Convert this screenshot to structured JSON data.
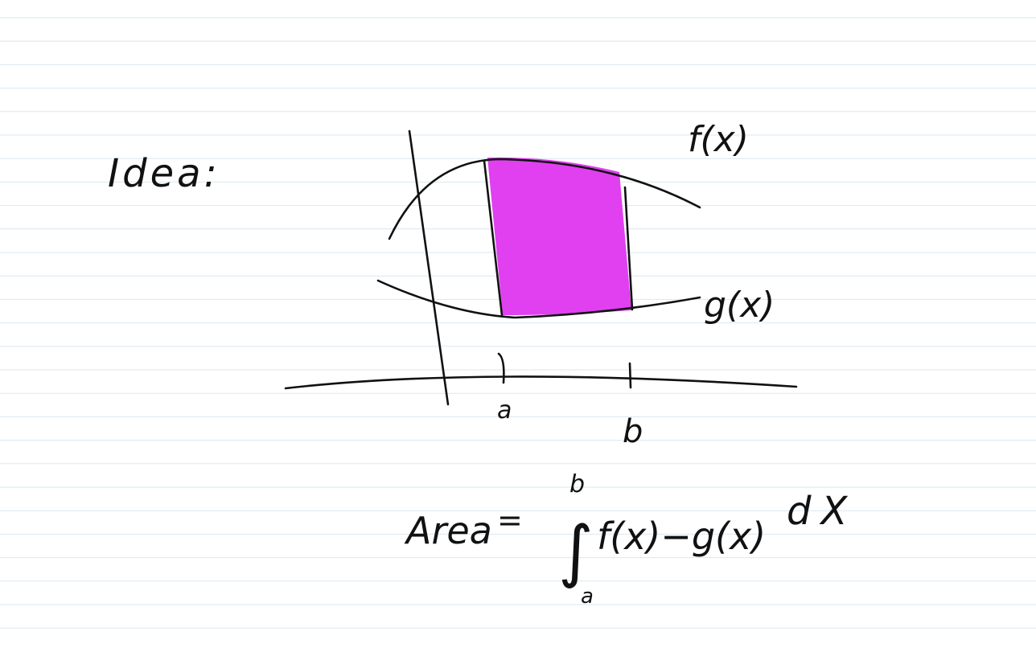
{
  "page": {
    "background": "#ffffff",
    "rule_color": "#d9e7f1"
  },
  "ink_color": "#111111",
  "highlight_color": "#e040f0",
  "heading": "Idea:",
  "curve_labels": {
    "top": "f(x)",
    "bottom": "g(x)"
  },
  "tick_labels": {
    "left": "a",
    "right": "b"
  },
  "formula": {
    "lhs": "Area",
    "equals": "=",
    "integral_sign": "∫",
    "upper_limit": "b",
    "lower_limit": "a",
    "integrand": "f(x)−g(x)",
    "differential": "dX"
  }
}
